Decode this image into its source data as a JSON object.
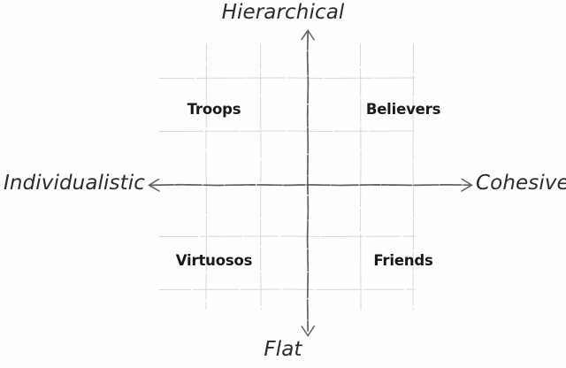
{
  "chart_data": {
    "type": "scatter",
    "title": "",
    "subtitle": "",
    "style": "hand-drawn 2x2 quadrant matrix",
    "xlabel": "",
    "ylabel": "",
    "axes": {
      "vertical": {
        "top_label": "Hierarchical",
        "bottom_label": "Flat",
        "arrows": "both"
      },
      "horizontal": {
        "left_label": "Individualistic",
        "right_label": "Cohesive",
        "arrows": "both"
      }
    },
    "quadrants": [
      {
        "id": "top-left",
        "label": "Troops",
        "x": "Individualistic",
        "y": "Hierarchical"
      },
      {
        "id": "top-right",
        "label": "Believers",
        "x": "Cohesive",
        "y": "Hierarchical"
      },
      {
        "id": "bottom-left",
        "label": "Virtuosos",
        "x": "Individualistic",
        "y": "Flat"
      },
      {
        "id": "bottom-right",
        "label": "Friends",
        "x": "Cohesive",
        "y": "Flat"
      }
    ],
    "grid": true,
    "grid_columns": 4,
    "grid_rows": 4,
    "legend": "none",
    "colors": {
      "background": "#fefefe",
      "axis": "#4a4a4a",
      "grid": "#d9d9d9",
      "axis_label_text": "#2b2b2b",
      "quadrant_label_text": "#1a1a1a"
    }
  },
  "diagram": {
    "axis_top": "Hierarchical",
    "axis_bottom": "Flat",
    "axis_left": "Individualistic",
    "axis_right": "Cohesive",
    "quadrant_top_left": "Troops",
    "quadrant_top_right": "Believers",
    "quadrant_bottom_left": "Virtuosos",
    "quadrant_bottom_right": "Friends"
  }
}
